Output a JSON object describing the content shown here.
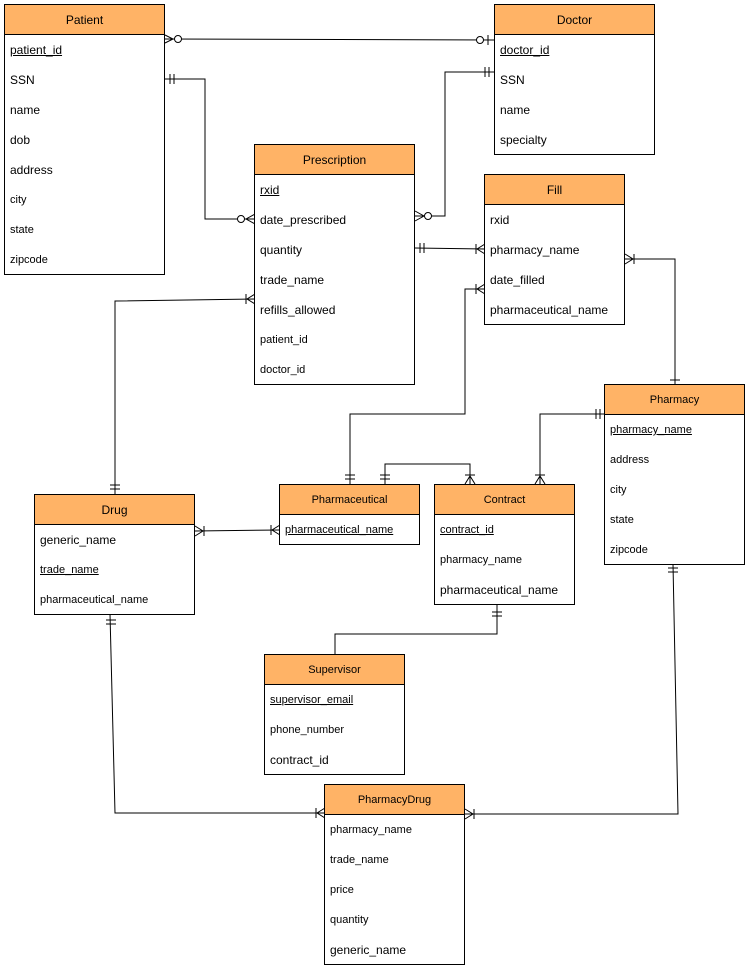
{
  "entities": {
    "patient": {
      "title": "Patient",
      "fields": [
        "patient_id",
        "SSN",
        "name",
        "dob",
        "address",
        "city",
        "state",
        "zipcode"
      ]
    },
    "doctor": {
      "title": "Doctor",
      "fields": [
        "doctor_id",
        "SSN",
        "name",
        "specialty"
      ]
    },
    "prescription": {
      "title": "Prescription",
      "fields": [
        "rxid",
        "date_prescribed",
        "quantity",
        "trade_name",
        "refills_allowed",
        "patient_id",
        "doctor_id"
      ]
    },
    "fill": {
      "title": "Fill",
      "fields": [
        "rxid",
        "pharmacy_name",
        "date_filled",
        "pharmaceutical_name"
      ]
    },
    "pharmacy": {
      "title": "Pharmacy",
      "fields": [
        "pharmacy_name",
        "address",
        "city",
        "state",
        "zipcode"
      ]
    },
    "drug": {
      "title": "Drug",
      "fields": [
        "generic_name",
        "trade_name",
        "pharmaceutical_name"
      ]
    },
    "pharmaceutical": {
      "title": "Pharmaceutical",
      "fields": [
        "pharmaceutical_name"
      ]
    },
    "contract": {
      "title": "Contract",
      "fields": [
        "contract_id",
        "pharmacy_name",
        "pharmaceutical_name"
      ]
    },
    "supervisor": {
      "title": "Supervisor",
      "fields": [
        "supervisor_email",
        "phone_number",
        "contract_id"
      ]
    },
    "pharmacydrug": {
      "title": "PharmacyDrug",
      "fields": [
        "pharmacy_name",
        "trade_name",
        "price",
        "quantity",
        "generic_name"
      ]
    }
  },
  "relationships": [
    {
      "from": "patient",
      "to": "doctor",
      "from_end": "zero-or-many",
      "to_end": "zero-or-one"
    },
    {
      "from": "patient",
      "to": "prescription",
      "from_end": "one-and-only-one",
      "to_end": "zero-or-many"
    },
    {
      "from": "doctor",
      "to": "prescription",
      "from_end": "one-and-only-one",
      "to_end": "zero-or-many"
    },
    {
      "from": "prescription",
      "to": "fill",
      "from_end": "one-and-only-one",
      "to_end": "one-or-many"
    },
    {
      "from": "pharmacy",
      "to": "fill",
      "from_end": "one",
      "to_end": "one-or-many"
    },
    {
      "from": "drug",
      "to": "prescription",
      "from_end": "one-and-only-one",
      "to_end": "one-or-many"
    },
    {
      "from": "pharmaceutical",
      "to": "fill",
      "from_end": "one-and-only-one",
      "to_end": "one-or-many"
    },
    {
      "from": "pharmaceutical",
      "to": "contract",
      "from_end": "one-and-only-one",
      "to_end": "one-or-many"
    },
    {
      "from": "pharmacy",
      "to": "contract",
      "from_end": "one-and-only-one",
      "to_end": "one-or-many"
    },
    {
      "from": "drug",
      "to": "pharmaceutical",
      "from_end": "one-or-many",
      "to_end": "one-or-many"
    },
    {
      "from": "contract",
      "to": "supervisor",
      "from_end": "one-and-only-one",
      "to_end": "none"
    },
    {
      "from": "drug",
      "to": "pharmacydrug",
      "from_end": "one-and-only-one",
      "to_end": "one-or-many"
    },
    {
      "from": "pharmacy",
      "to": "pharmacydrug",
      "from_end": "one-and-only-one",
      "to_end": "one-or-many"
    }
  ],
  "colors": {
    "header": "#ffb366",
    "line": "#000000"
  }
}
